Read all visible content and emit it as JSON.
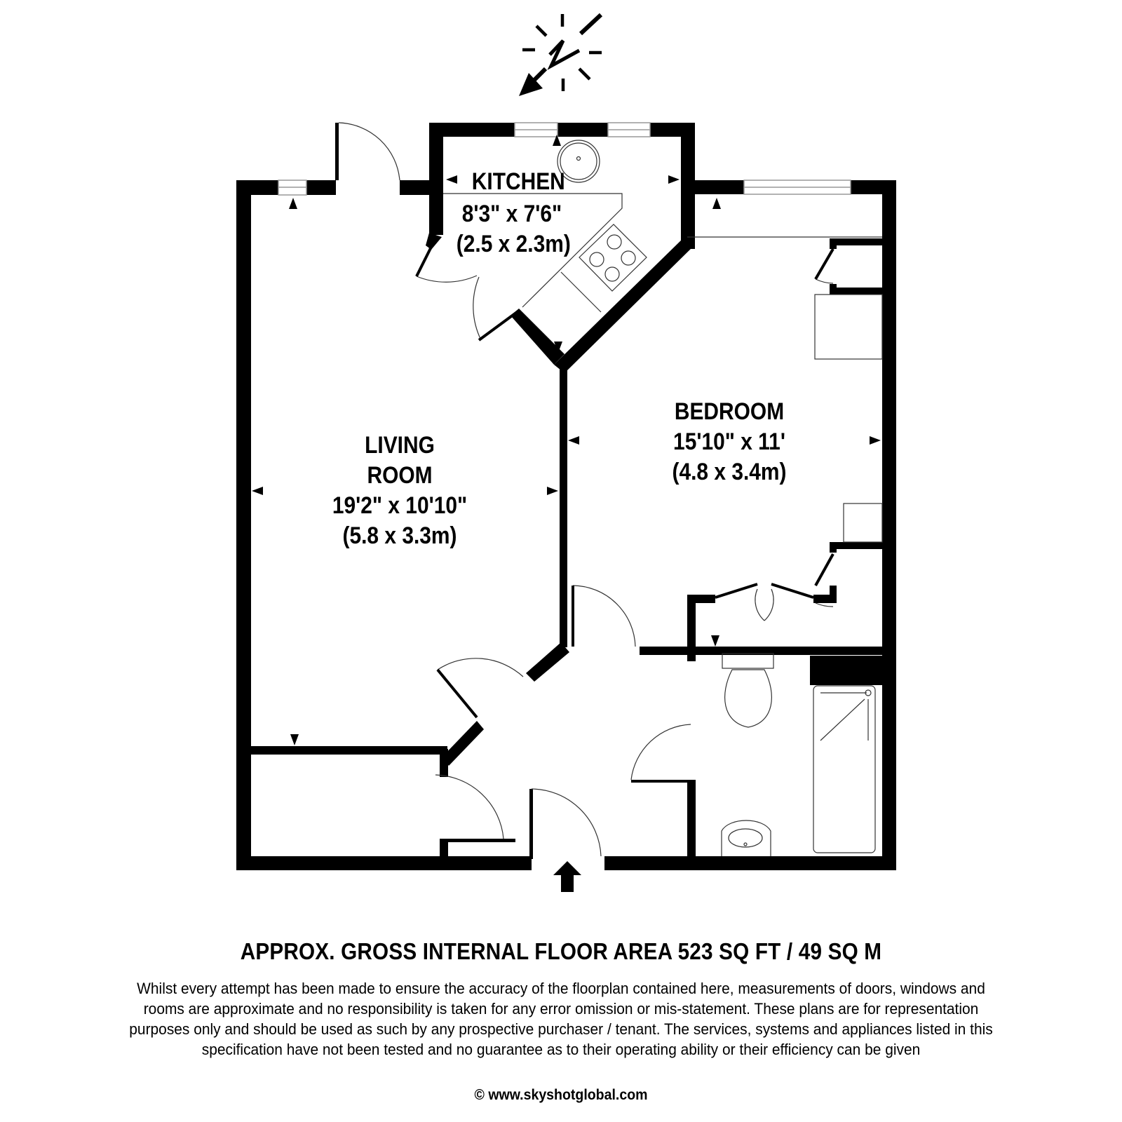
{
  "compass": {
    "label": "N",
    "icon": "north-arrow-icon"
  },
  "rooms": {
    "kitchen": {
      "name": "KITCHEN",
      "dim_imperial": "8'3\" x 7'6\"",
      "dim_metric": "(2.5 x 2.3m)"
    },
    "living_room": {
      "name_line1": "LIVING",
      "name_line2": "ROOM",
      "dim_imperial": "19'2\" x 10'10\"",
      "dim_metric": "(5.8 x 3.3m)"
    },
    "bedroom": {
      "name": "BEDROOM",
      "dim_imperial": "15'10\" x 11'",
      "dim_metric": "(4.8 x 3.4m)"
    }
  },
  "footer": {
    "area_title": "APPROX. GROSS INTERNAL FLOOR AREA 523 SQ FT / 49 SQ M",
    "disclaimer_lines": [
      "Whilst every attempt has been made to ensure the accuracy of the floorplan contained here, measurements of doors, windows and",
      "rooms are approximate and no responsibility is taken for any error omission or mis-statement. These plans are for representation",
      "purposes only and should  be used as such by any prospective purchaser / tenant. The services, systems and appliances listed in this",
      "specification have not been tested and no guarantee as to their operating ability or their efficiency can be given"
    ],
    "copyright": "© www.skyshotglobal.com"
  },
  "colors": {
    "wall": "#000000",
    "fixture_line": "#555555",
    "window_line": "#999999",
    "background": "#ffffff"
  }
}
